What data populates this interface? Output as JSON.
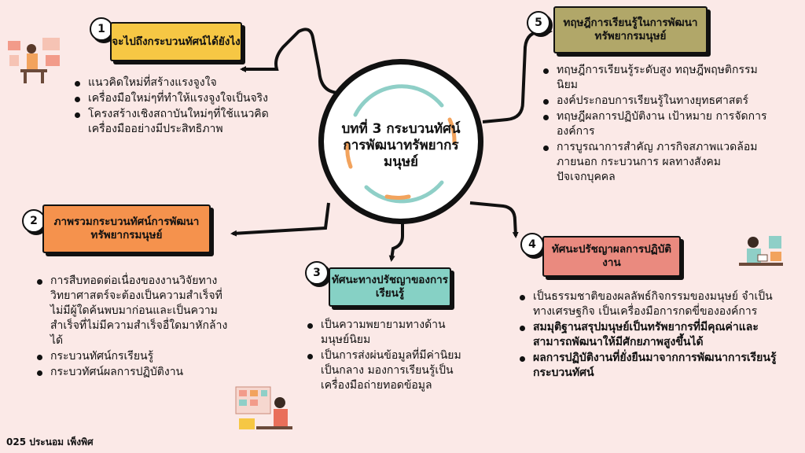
{
  "center": {
    "title": "บทที่ 3 กระบวนทัศน์การพัฒนาทรัพยากรมนุษย์",
    "ring_colors": [
      "#8fcfc7",
      "#f2a35d"
    ]
  },
  "sections": [
    {
      "number": "1",
      "title": "จะไปถึงกระบวนทัศน์ได้ยังไง",
      "color": "#f6c744",
      "bullets": [
        "แนวคิดใหม่ที่สร้างแรงจูงใจ",
        "เครื่องมือใหม่ๆที่ทำให้แรงจูงใจเป็นจริง",
        "โครงสร้างเชิงสถาบันใหม่ๆที่ใช้แนวคิดเครื่องมืออย่างมีประสิทธิภาพ"
      ]
    },
    {
      "number": "2",
      "title": "ภาพรวมกระบวนทัศน์การพัฒนาทรัพยากรมนุษย์",
      "color": "#f5924d",
      "bullets": [
        "การสืบทอดต่อเนื่องของงานวิจัยทางวิทยาศาสตร์จะต้องเป็นความสำเร็จที่ไม่มีผู้ใดค้นพบมาก่อนและเป็นความสำเร็จที่ไม่มีความสำเร็จอื่ใดมาหักล้างได้",
        "กระบวนทัศน์กรเรียนรู้",
        "กระบวทัศน์ผลการปฏิบัติงาน"
      ]
    },
    {
      "number": "3",
      "title": "ทัศนะทางปรัชญาของการเรียนรู้",
      "color": "#86d1c5",
      "bullets": [
        "เป็นความพยายามทางด้านมนุษย์นิยม",
        "เป็นการส่งผ่นข้อมูลที่มีค่านิยมเป็นกลาง มองการเรียนรู้เป็นเครื่องมือถ่ายทอดข้อมูล"
      ]
    },
    {
      "number": "4",
      "title": "ทัศนะปรัชญาผลการปฏิบัติงาน",
      "color": "#ea8a7f",
      "bullets": [
        "เป็นธรรมชาติของผลลัพธ์กิจกรรมของมนุษย์ จำเป็นทางเศรษฐกิจ เป็นเครื่องมือการกดขี่ขององค์การ",
        "สมมุติฐานสรุปมนุษย์เป็นทรัพยากรที่มีคุณค่าและสามารถพัฒนาให้มีศักยภาพสูงขึ้นได้",
        "ผลการปฏิบัติงานที่ยั่งยืนมาจากการพัฒนาการเรียนรู้กระบวนทัศน์"
      ]
    },
    {
      "number": "5",
      "title": "ทฤษฎีการเรียนรู้ในการพัฒนาทรัพยากรมนุษย์",
      "color": "#b1a769",
      "bullets": [
        "ทฤษฎีการเรียนรู้ระดับสูง ทฤษฎีพฤษติกรรมนิยม",
        "องค์ประกอบการเรียนรู้ในทางยุทธศาสตร์",
        "ทฤษฎีผลการปฏิบัติงาน เป้าหมาย การจัดการองค์การ",
        "การบูรณาการสำคัญ ภารกิจสภาพแวดล้อมภายนอก กระบวนการ ผลทางสังคม ปัจเจกบุคคล"
      ]
    }
  ],
  "footer": "025 ประนอม เพ็งพิศ"
}
